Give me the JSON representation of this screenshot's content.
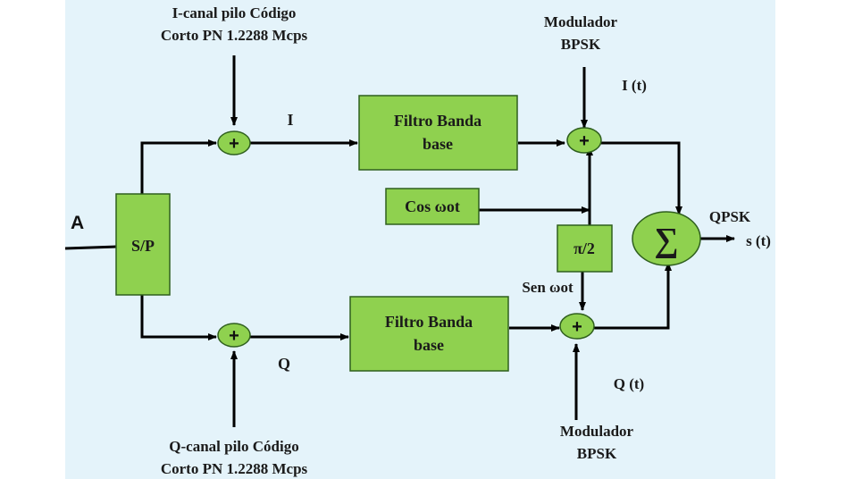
{
  "diagram": {
    "input_label": "A",
    "sp_block": "S/P",
    "i_pilot_line1": "I-canal pilo Código",
    "i_pilot_line2": "Corto PN 1.2288 Mcps",
    "q_pilot_line1": "Q-canal pilo Código",
    "q_pilot_line2": "Corto PN 1.2288 Mcps",
    "i_branch_label": "I",
    "q_branch_label": "Q",
    "filter_top_line1": "Filtro Banda",
    "filter_top_line2": "base",
    "filter_bottom_line1": "Filtro Banda",
    "filter_bottom_line2": "base",
    "cos_block": "Cos ωot",
    "phase_block": "π/2",
    "sen_label": "Sen ωot",
    "mod_top_line1": "Modulador",
    "mod_top_line2": "BPSK",
    "mod_bottom_line1": "Modulador",
    "mod_bottom_line2": "BPSK",
    "it_label": "I (t)",
    "qt_label": "Q (t)",
    "sum_symbol": "∑",
    "qpsk_label": "QPSK",
    "output_label": "s (t)",
    "adder_symbol": "+"
  },
  "colors": {
    "background": "#e4f3fa",
    "block_fill": "#8fd14f",
    "block_stroke": "#2f5f1e",
    "line": "#000000"
  }
}
